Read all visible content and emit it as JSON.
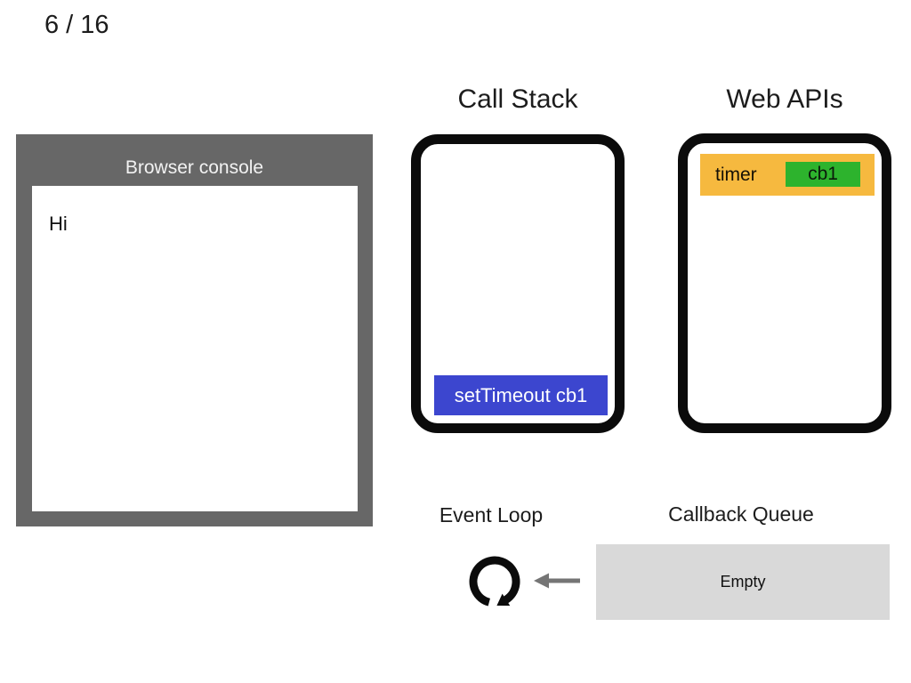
{
  "slide": {
    "counter": "6 / 16"
  },
  "browser_console": {
    "title": "Browser console",
    "lines": [
      "Hi"
    ]
  },
  "call_stack": {
    "title": "Call Stack",
    "frames": [
      {
        "label": "setTimeout cb1"
      }
    ]
  },
  "web_apis": {
    "title": "Web APIs",
    "items": [
      {
        "label": "timer",
        "callback": "cb1"
      }
    ]
  },
  "event_loop": {
    "title": "Event Loop",
    "icon": "loop-arrow-icon"
  },
  "callback_queue": {
    "title": "Callback Queue",
    "status": "Empty",
    "flow_icon": "left-arrow-icon"
  },
  "colors": {
    "console_gray": "#676767",
    "stack_frame_blue": "#3c46cf",
    "timer_orange": "#f6b93f",
    "callback_green": "#2db32d",
    "queue_gray": "#d9d9d9",
    "arrow_gray": "#757575",
    "box_border_black": "#0b0b0b"
  }
}
